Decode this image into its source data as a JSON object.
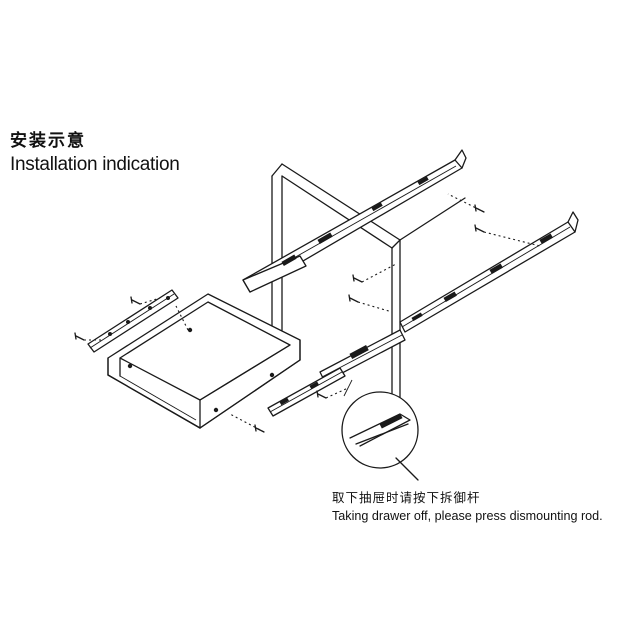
{
  "diagram": {
    "title_zh": "安装示意",
    "title_en": "Installation indication",
    "caption_zh": "取下抽屉时请按下拆御杆",
    "caption_en": "Taking drawer off, please press dismounting rod."
  }
}
